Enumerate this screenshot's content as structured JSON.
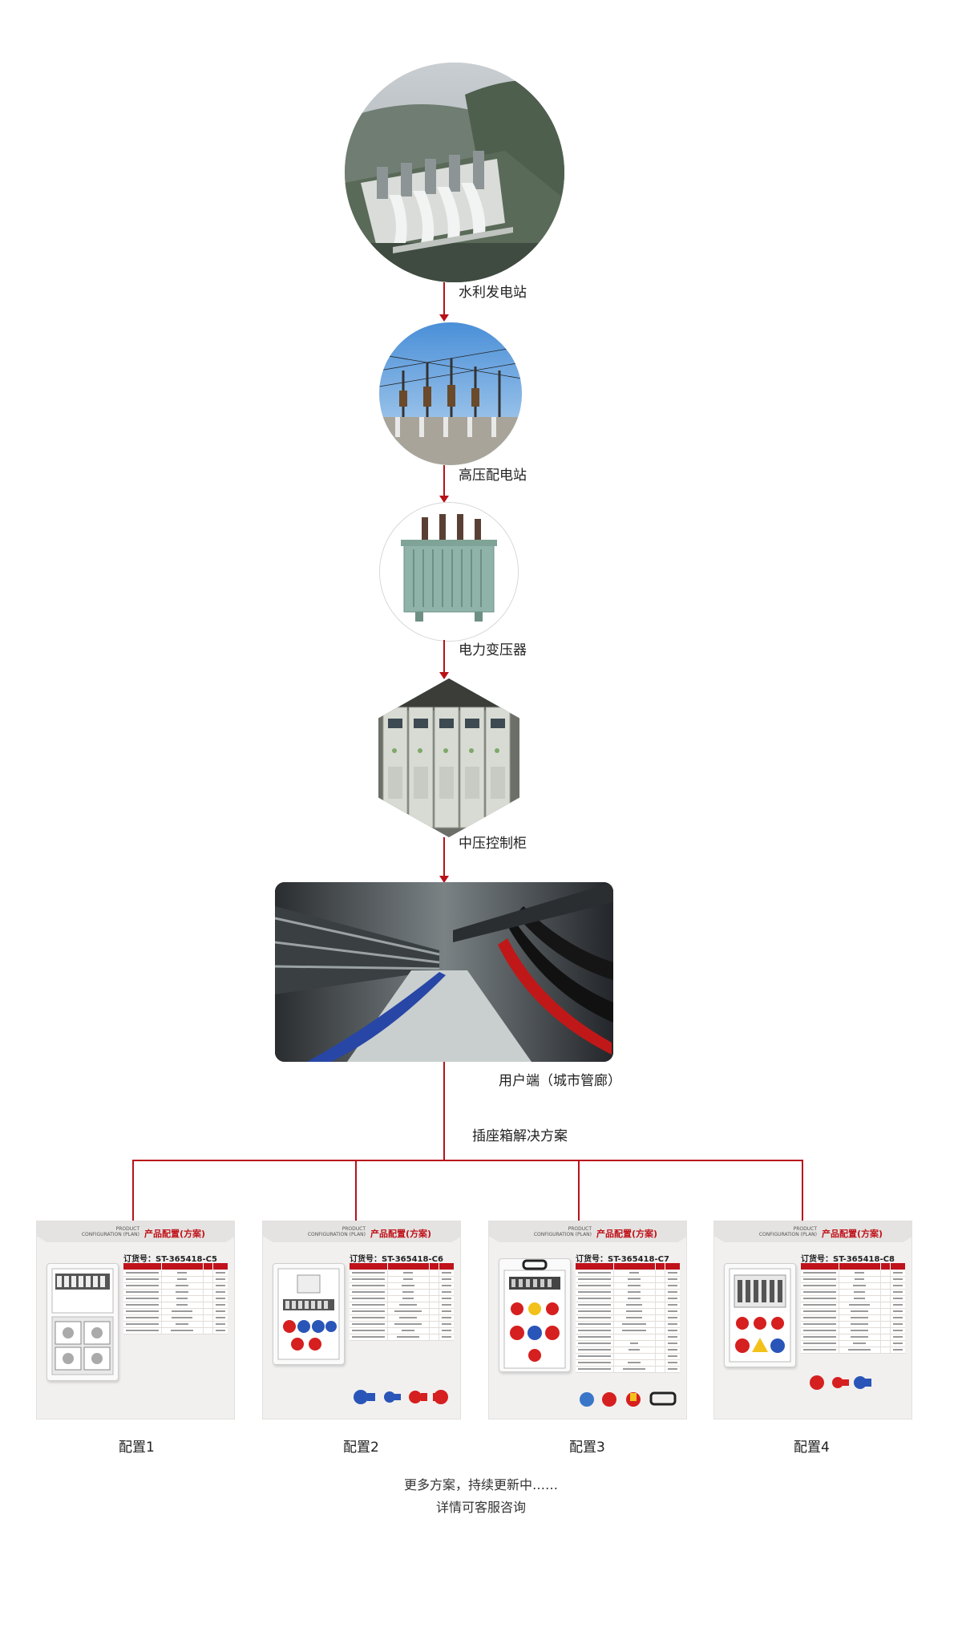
{
  "nodes": [
    {
      "label": "水利发电站"
    },
    {
      "label": "高压配电站"
    },
    {
      "label": "电力变压器"
    },
    {
      "label": "中压控制柜"
    },
    {
      "label": "用户端（城市管廊）"
    }
  ],
  "solution_label": "插座箱解决方案",
  "configs": [
    {
      "label": "配置1",
      "order_no": "订货号：ST-365418-C5"
    },
    {
      "label": "配置2",
      "order_no": "订货号：ST-365418-C6"
    },
    {
      "label": "配置3",
      "order_no": "订货号：ST-365418-C7"
    },
    {
      "label": "配置4",
      "order_no": "订货号：ST-365418-C8"
    }
  ],
  "card_header": {
    "product_en_1": "PRODUCT",
    "product_en_2": "CONFIGURATION (PLAN)",
    "product_cn": "产品配置(方案)"
  },
  "footer": {
    "line1": "更多方案，持续更新中……",
    "line2": "详情可客服咨询"
  },
  "colors": {
    "accent": "#b8111a"
  }
}
